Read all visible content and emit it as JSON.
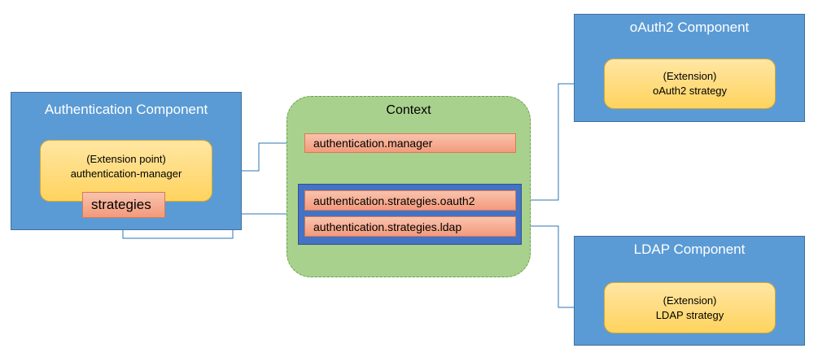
{
  "authentication_component": {
    "title": "Authentication Component",
    "extension_point": {
      "line1": "(Extension point)",
      "line2": "authentication-manager"
    },
    "strategies_label": "strategies"
  },
  "context": {
    "title": "Context",
    "manager_key": "authentication.manager",
    "strategy_keys": [
      "authentication.strategies.oauth2",
      "authentication.strategies.ldap"
    ]
  },
  "oauth2_component": {
    "title": "oAuth2 Component",
    "extension": {
      "line1": "(Extension)",
      "line2": "oAuth2 strategy"
    }
  },
  "ldap_component": {
    "title": "LDAP Component",
    "extension": {
      "line1": "(Extension)",
      "line2": "LDAP strategy"
    }
  },
  "colors": {
    "component_fill": "#5b9bd5",
    "extension_fill": "#ffd966",
    "key_fill": "#f4b183",
    "context_fill": "#a9d18e",
    "group_fill": "#4472c4",
    "connector": "#2e74b5"
  }
}
